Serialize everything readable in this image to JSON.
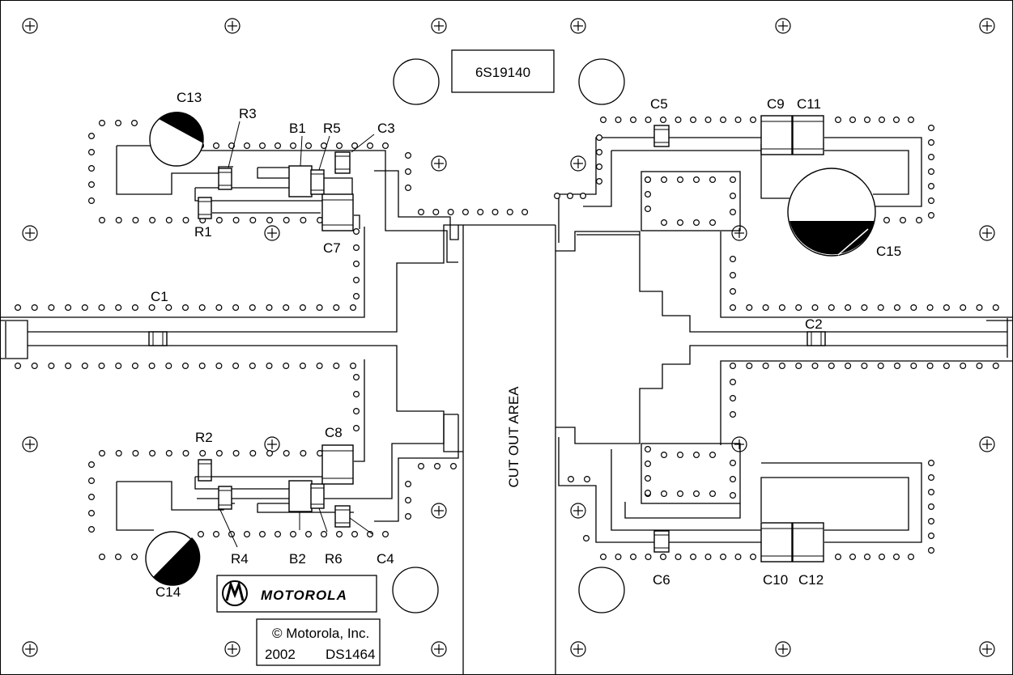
{
  "board": {
    "part_number": "6S19140",
    "cutout_label": "CUT OUT AREA",
    "logo_text": "MOTOROLA",
    "copyright_line1": "© Motorola, Inc.",
    "copyright_line2_year": "2002",
    "copyright_line2_doc": "DS1464"
  },
  "components": {
    "C1": "C1",
    "C2": "C2",
    "C3": "C3",
    "C4": "C4",
    "C5": "C5",
    "C6": "C6",
    "C7": "C7",
    "C8": "C8",
    "C9": "C9",
    "C10": "C10",
    "C11": "C11",
    "C12": "C12",
    "C13": "C13",
    "C14": "C14",
    "C15": "C15",
    "R1": "R1",
    "R2": "R2",
    "R3": "R3",
    "R4": "R4",
    "R5": "R5",
    "R6": "R6",
    "B1": "B1",
    "B2": "B2"
  }
}
